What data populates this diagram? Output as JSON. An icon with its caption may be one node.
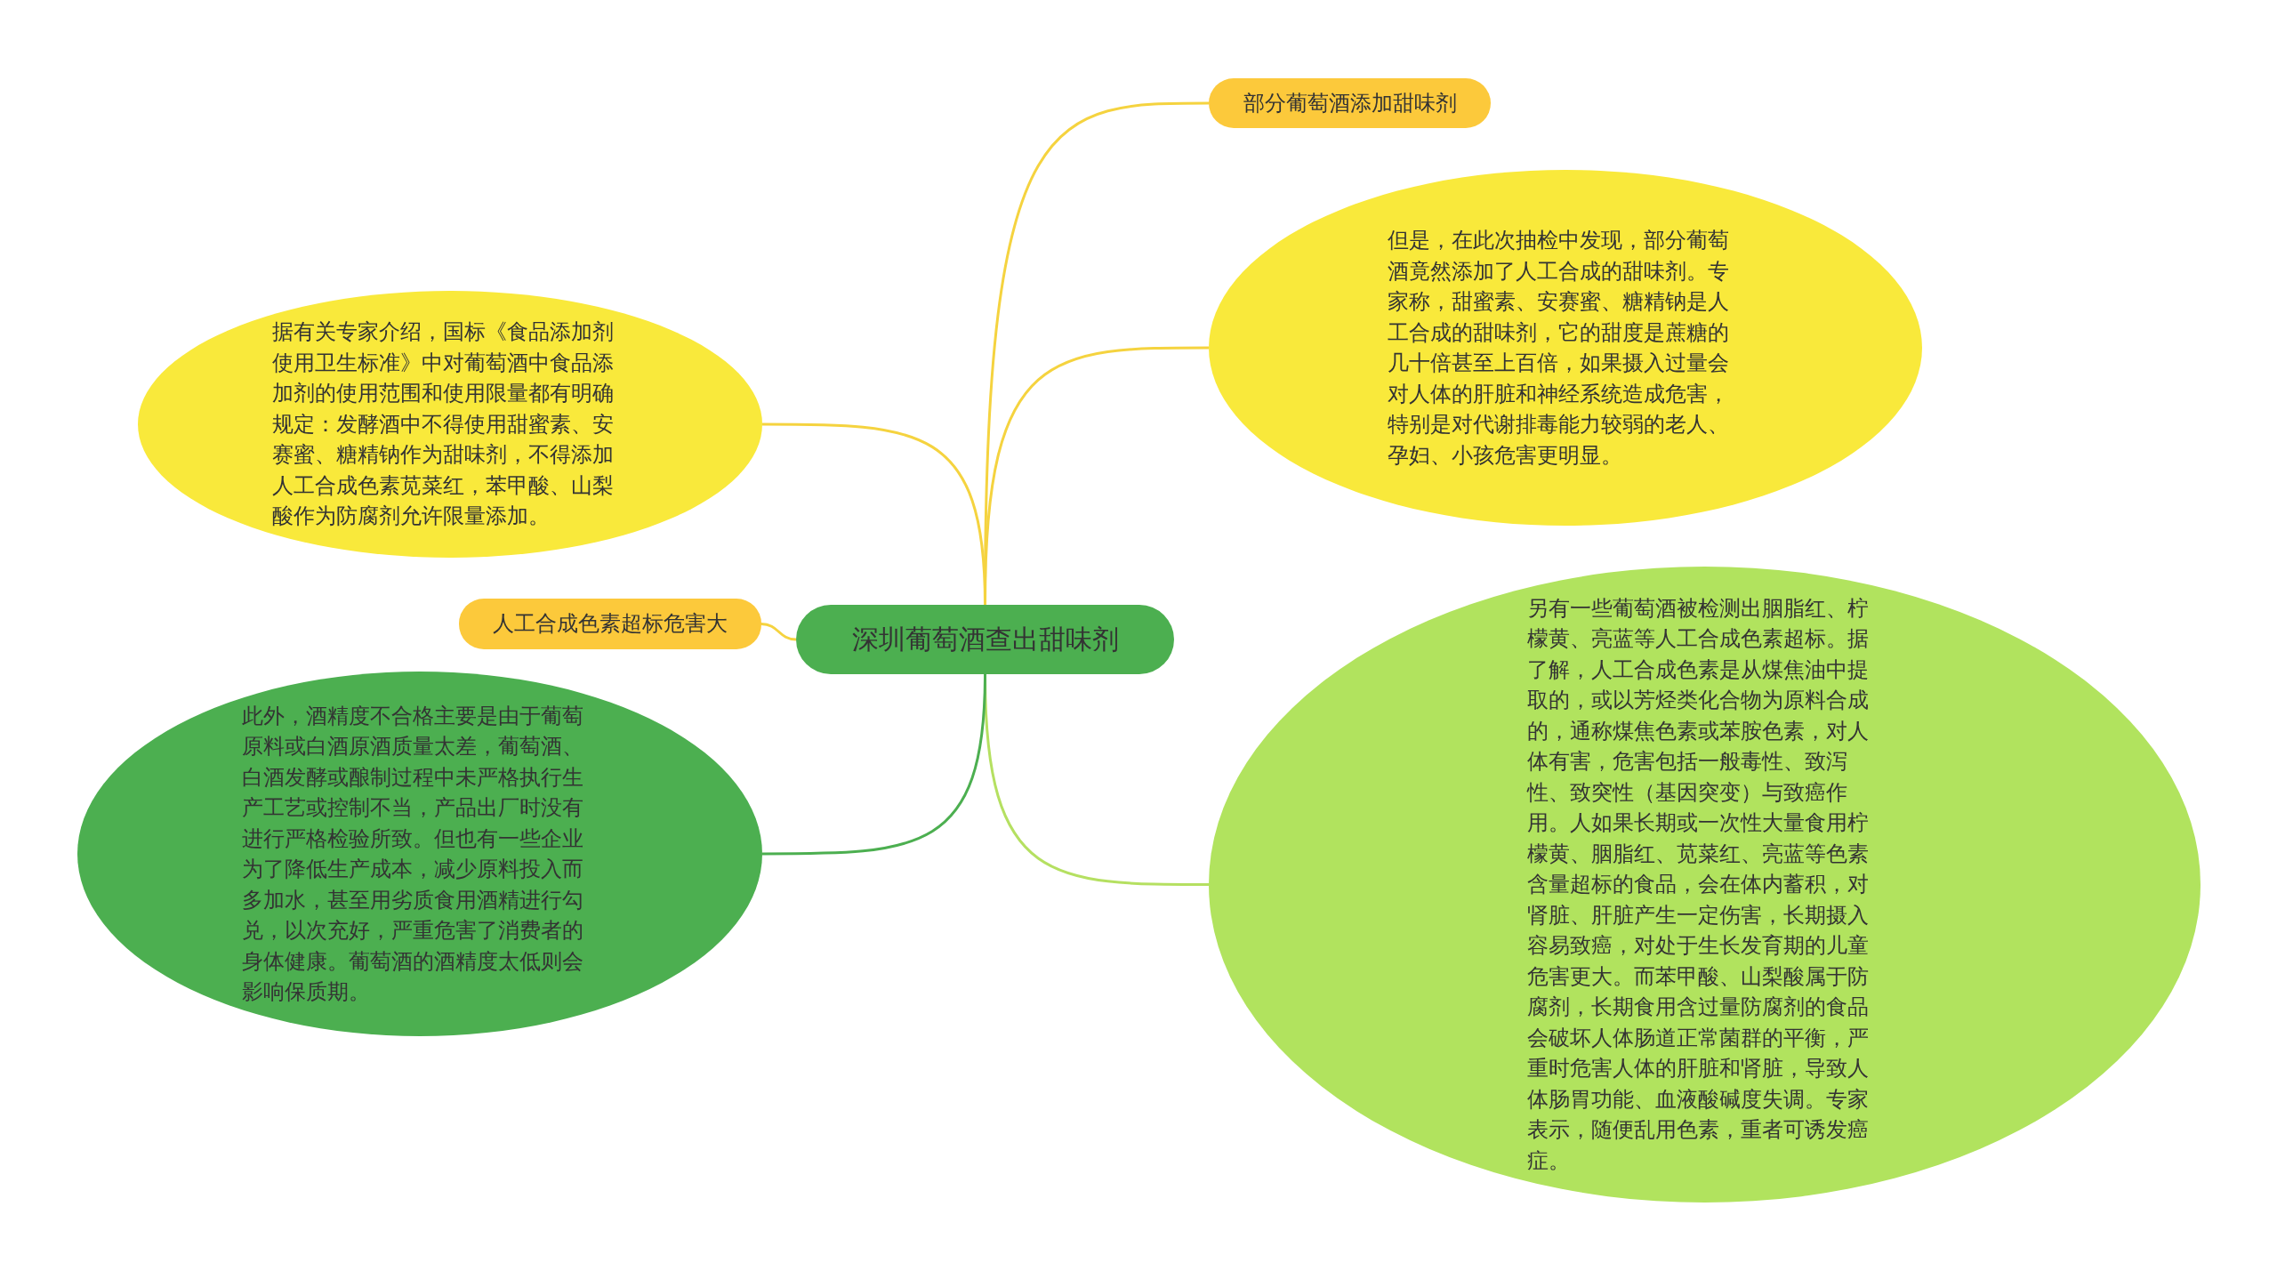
{
  "diagram": {
    "nodes": [
      {
        "text": [
          "深圳葡萄酒查出甜味剂"
        ]
      },
      {
        "text": [
          "部分葡萄酒添加甜味剂"
        ]
      },
      {
        "text": [
          "但是，在此次抽检中发现，部分葡萄酒竟然添加了人工合成的甜味剂。专家称，甜蜜素、安赛蜜、糖精钠是人工合成的甜味剂，它的甜度是蔗糖的几十倍甚至上百倍，如果摄入过量会对人体的肝脏和神经系统造成危害，特别是对代谢排毒能力较弱的老人、孕妇、小孩危害更明显。"
        ]
      },
      {
        "text": [
          "另有一些葡萄酒被检测出胭脂红、柠檬黄、亮蓝等人工合成色素超标。据了解，人工合成色素是从煤焦油中提取的，或以芳烃类化合物为原料合成的，通称煤焦色素或苯胺色素，对人体有害，危害包括一般毒性、致泻性、致突性（基因突变）与致癌作用。人如果长期或一次性大量食用柠檬黄、胭脂红、苋菜红、亮蓝等色素含量超标的食品，会在体内蓄积，对肾脏、肝脏产生一定伤害，长期摄入容易致癌，对处于生长发育期的儿童危害更大。而苯甲酸、山梨酸属于防腐剂，长期食用含过量防腐剂的食品会破坏人体肠道正常菌群的平衡，严重时危害人体的肝脏和肾脏，导致人体肠胃功能、血液酸碱度失调。专家表示，随便乱用色素，重者可诱发癌症。"
        ]
      },
      {
        "text": [
          "据有关专家介绍，国标《食品添加剂使用卫生标准》中对葡萄酒中食品添加剂的使用范围和使用限量都有明确规定：发酵酒中不得使用甜蜜素、安赛蜜、糖精钠作为甜味剂，不得添加人工合成色素苋菜红，苯甲酸、山梨酸作为防腐剂允许限量添加。"
        ]
      },
      {
        "text": [
          "人工合成色素超标危害大"
        ]
      },
      {
        "text": [
          "此外，酒精度不合格主要是由于葡萄原料或白酒原酒质量太差，葡萄酒、白酒发酵或酿制过程中未严格执行生产工艺或控制不当，产品出厂时没有进行严格检验所致。但也有一些企业为了降低生产成本，减少原料投入而多加水，甚至用劣质食用酒精进行勾兑，以次充好，严重危害了消费者的身体健康。葡萄酒的酒精度太低则会影响保质期。"
        ]
      }
    ],
    "edges": [
      {
        "from": 0,
        "to": 1,
        "arrow": "none"
      },
      {
        "from": 0,
        "to": 2,
        "arrow": "none"
      },
      {
        "from": 0,
        "to": 3,
        "arrow": "none",
        "color": "#b5e061"
      },
      {
        "from": 0,
        "to": 4,
        "arrow": "none"
      },
      {
        "from": 0,
        "to": 5,
        "arrow": "none"
      },
      {
        "from": 0,
        "to": 6,
        "arrow": "none",
        "color": "#4caf50"
      }
    ]
  }
}
